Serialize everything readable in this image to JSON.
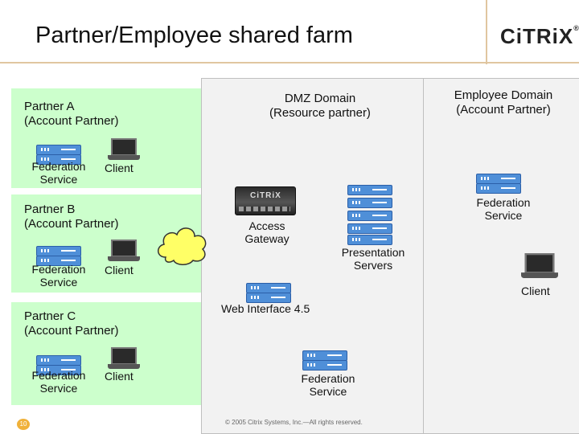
{
  "title": "Partner/Employee shared farm",
  "logo": {
    "text": "CiTRiX",
    "reg": "®"
  },
  "dmz": {
    "line1": "DMZ Domain",
    "line2": "(Resource partner)"
  },
  "employee": {
    "line1": "Employee Domain",
    "line2": "(Account Partner)"
  },
  "partners": [
    {
      "line1": "Partner A",
      "line2": "(Account Partner)",
      "fed1": "Federation",
      "fed2": "Service",
      "client": "Client"
    },
    {
      "line1": "Partner B",
      "line2": "(Account Partner)",
      "fed1": "Federation",
      "fed2": "Service",
      "client": "Client"
    },
    {
      "line1": "Partner C",
      "line2": "(Account Partner)",
      "fed1": "Federation",
      "fed2": "Service",
      "client": "Client"
    }
  ],
  "gateway": {
    "brand": "CiTRiX",
    "line1": "Access",
    "line2": "Gateway"
  },
  "presentation": {
    "line1": "Presentation",
    "line2": "Servers"
  },
  "web_interface": "Web Interface 4.5",
  "dmz_fed": {
    "line1": "Federation",
    "line2": "Service"
  },
  "emp_fed": {
    "line1": "Federation",
    "line2": "Service"
  },
  "emp_client": "Client",
  "footer": "© 2005 Citrix Systems, Inc.—All rights reserved.",
  "page_number": "10",
  "colors": {
    "partner_bg": "#ccffcc",
    "panel_bg": "#f2f2f2",
    "cloud": "#ffff66",
    "server": "#4f8fd8",
    "divider": "#e0c6a0"
  }
}
